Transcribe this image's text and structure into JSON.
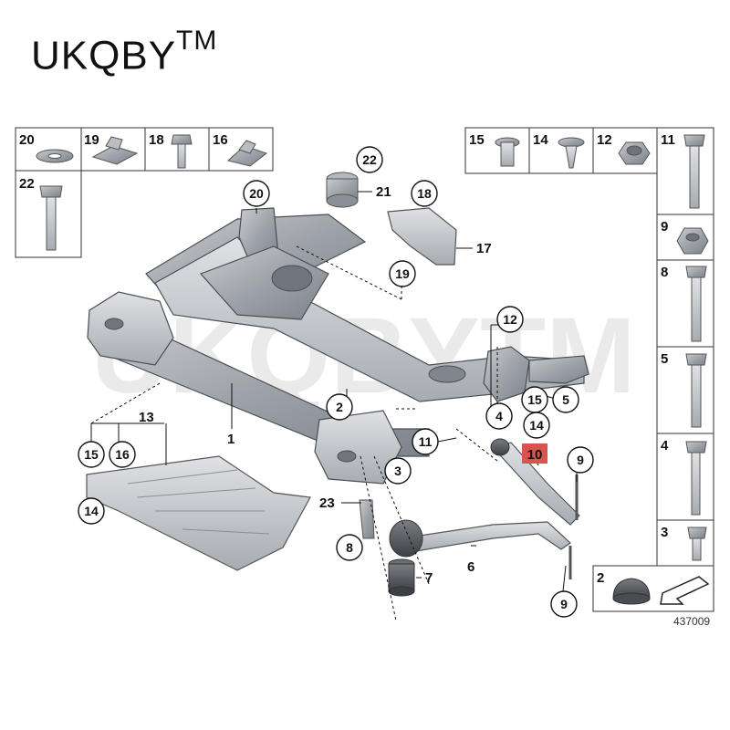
{
  "brand": {
    "name": "UKQBY",
    "mark": "TM"
  },
  "watermark": "UKQBYTM",
  "reference_number": "437009",
  "highlight_color": "#d9534f",
  "top_left_parts": [
    {
      "num": "20",
      "icon": "washer-icon"
    },
    {
      "num": "19",
      "icon": "clip-nut-icon"
    },
    {
      "num": "18",
      "icon": "short-bolt-icon"
    },
    {
      "num": "16",
      "icon": "clip-nut-icon"
    },
    {
      "num": "22",
      "icon": "long-bolt-icon"
    }
  ],
  "top_right_parts": [
    {
      "num": "15",
      "icon": "rivet-nut-icon"
    },
    {
      "num": "14",
      "icon": "expanding-rivet-icon"
    },
    {
      "num": "12",
      "icon": "hex-nut-icon"
    }
  ],
  "right_column_parts": [
    {
      "num": "11",
      "icon": "long-bolt-icon"
    },
    {
      "num": "9",
      "icon": "hex-nut-icon"
    },
    {
      "num": "8",
      "icon": "long-bolt-icon"
    },
    {
      "num": "5",
      "icon": "long-bolt-icon"
    },
    {
      "num": "4",
      "icon": "long-bolt-icon"
    },
    {
      "num": "3",
      "icon": "short-bolt-icon"
    },
    {
      "num": "2",
      "icon": "rubber-cap-icon"
    }
  ],
  "callouts": [
    {
      "num": "22"
    },
    {
      "num": "20"
    },
    {
      "num": "18"
    },
    {
      "num": "19"
    },
    {
      "num": "12"
    },
    {
      "num": "2"
    },
    {
      "num": "15"
    },
    {
      "num": "5"
    },
    {
      "num": "4"
    },
    {
      "num": "14"
    },
    {
      "num": "11"
    },
    {
      "num": "3"
    },
    {
      "num": "9"
    },
    {
      "num": "15"
    },
    {
      "num": "16"
    },
    {
      "num": "14"
    },
    {
      "num": "8"
    },
    {
      "num": "9"
    }
  ],
  "plain_labels": [
    {
      "num": "21"
    },
    {
      "num": "17"
    },
    {
      "num": "1"
    },
    {
      "num": "13"
    },
    {
      "num": "23"
    },
    {
      "num": "6"
    },
    {
      "num": "7"
    }
  ],
  "highlighted_part": "10"
}
